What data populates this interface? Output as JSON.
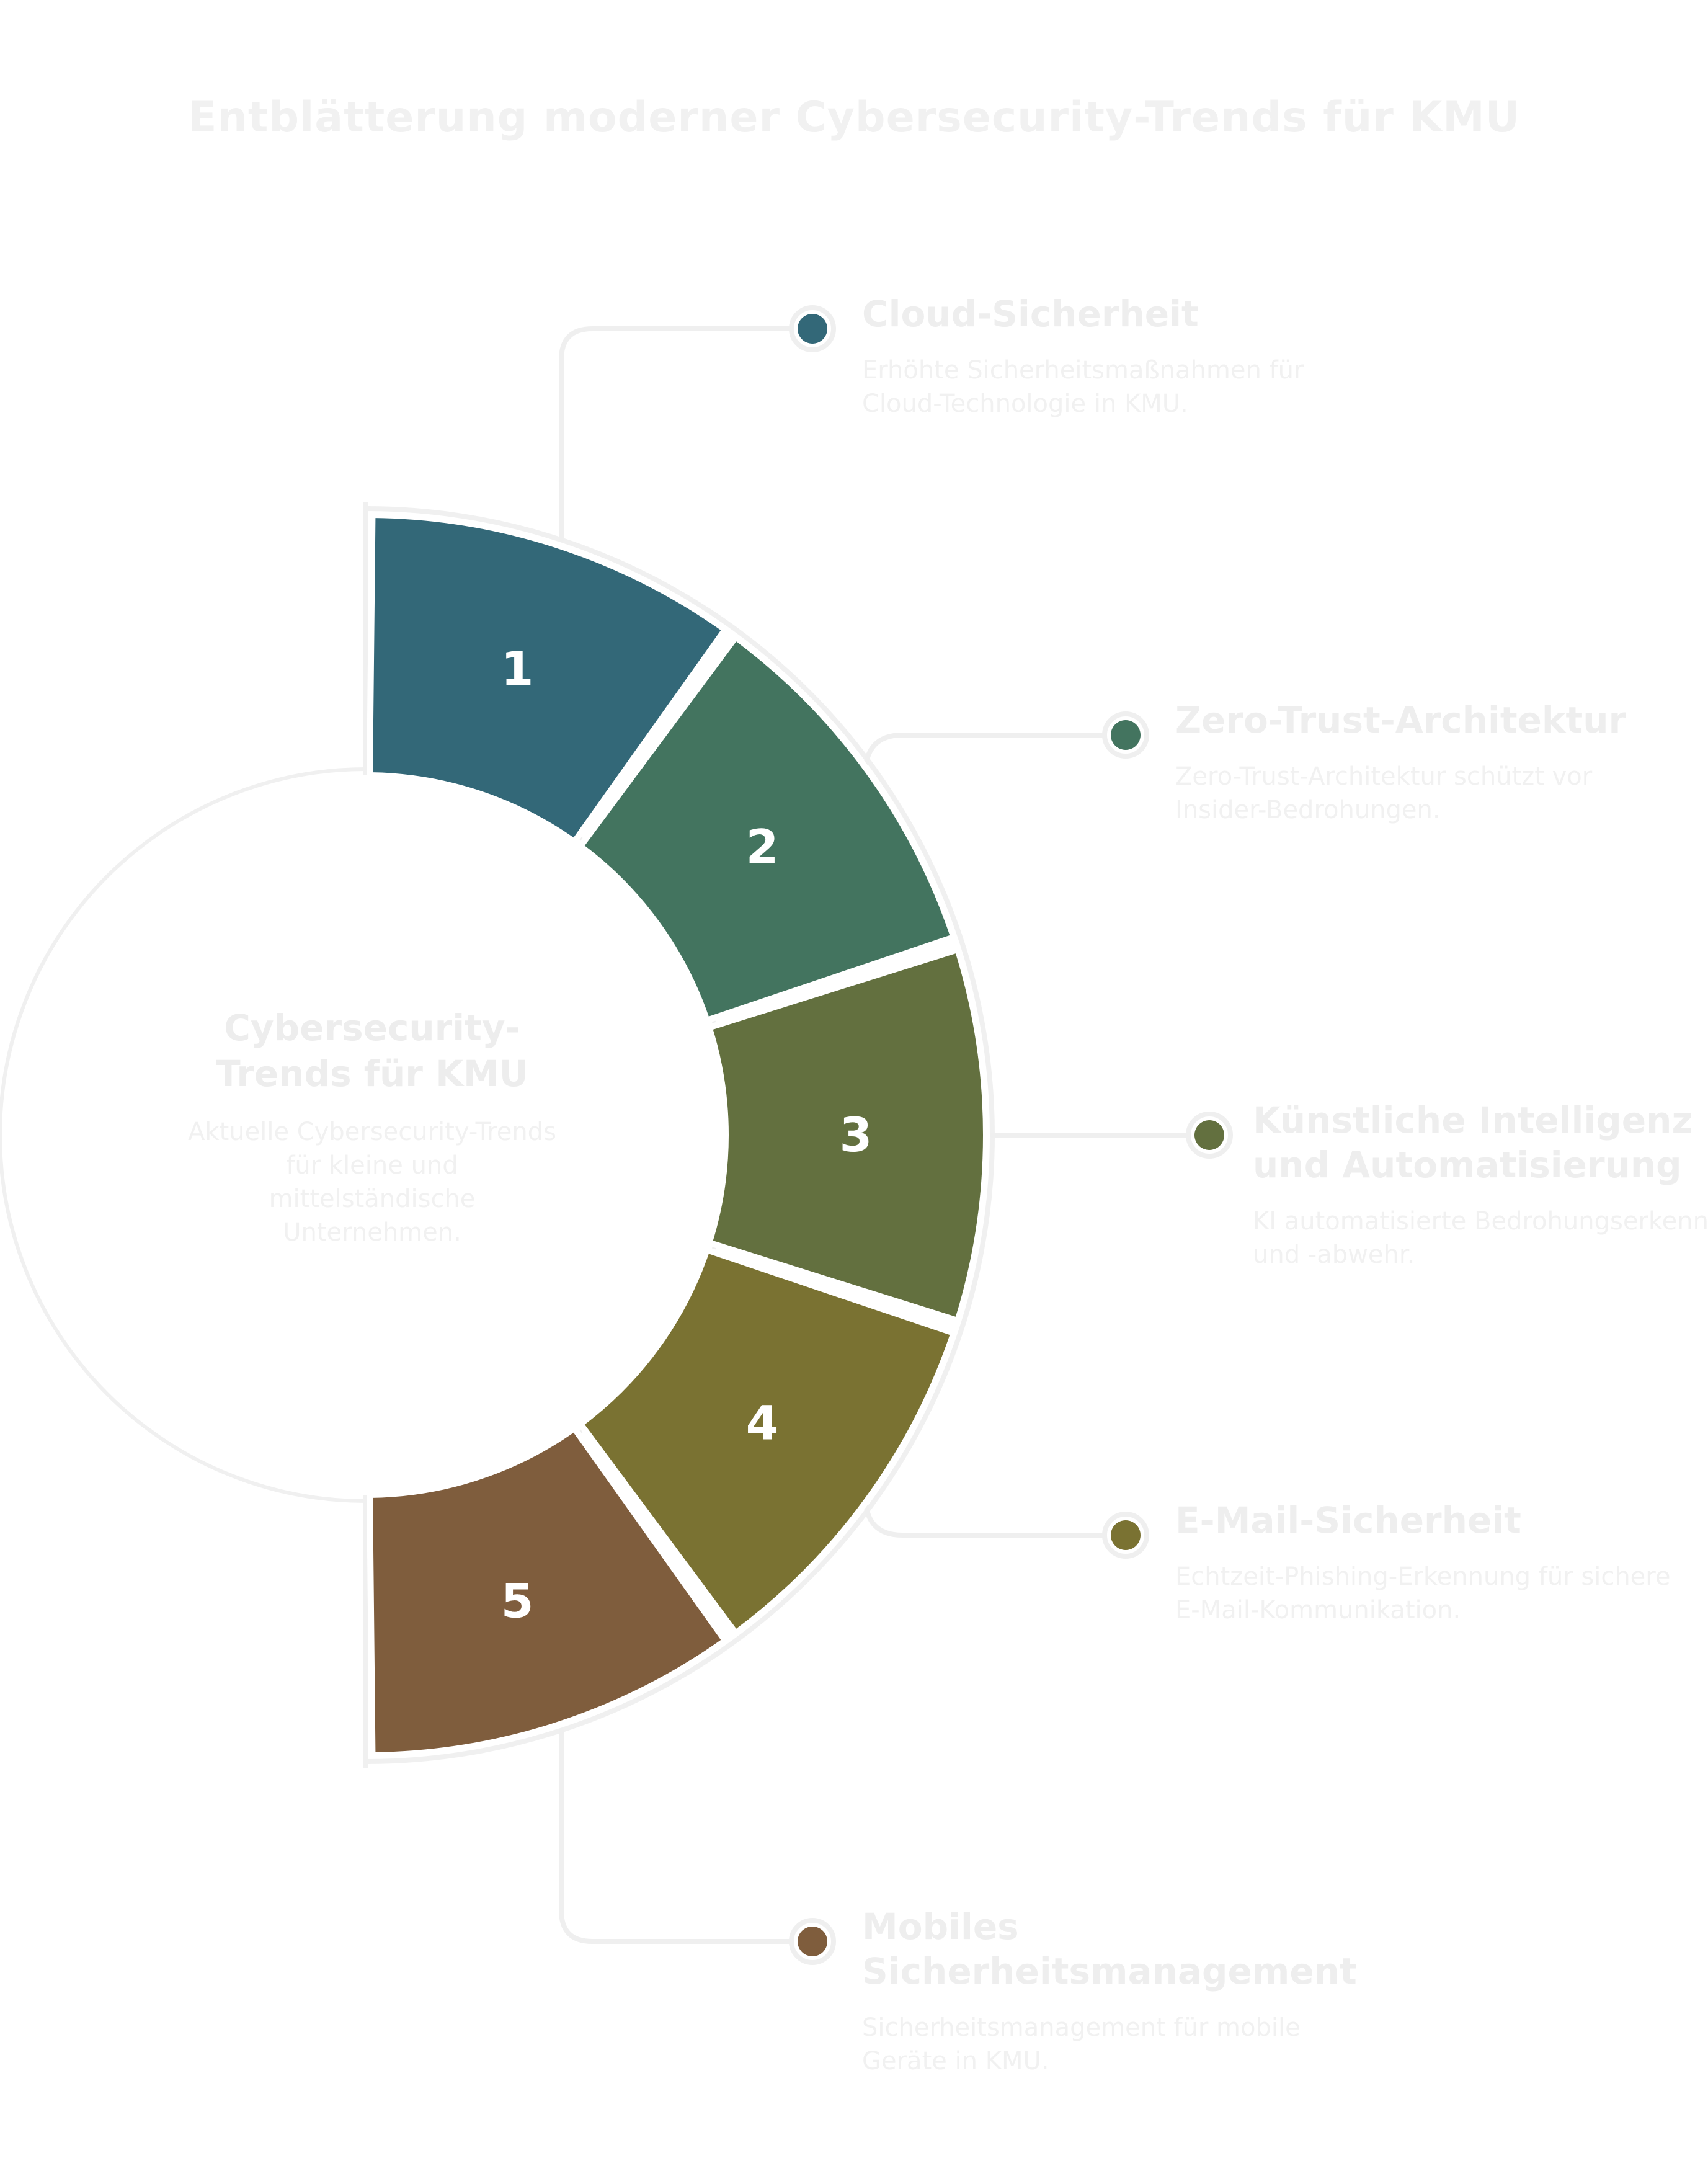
{
  "title": "Entblätterung moderner Cybersecurity-Trends für KMU",
  "center": {
    "title": "Cybersecurity-Trends für KMU",
    "description": "Aktuelle Cybersecurity-Trends für kleine und mittelständische Unternehmen."
  },
  "segments": [
    {
      "number": "1",
      "color": "#336878",
      "title": "Cloud-Sicherheit",
      "description": "Erhöhte Sicherheitsmaßnahmen für Cloud-Technologie in KMU."
    },
    {
      "number": "2",
      "color": "#43745f",
      "title": "Zero-Trust-Architektur",
      "description": "Zero-Trust-Architektur schützt vor Insider-Bedrohungen."
    },
    {
      "number": "3",
      "color": "#63703f",
      "title": "Künstliche Intelligenz und Automatisierung",
      "description": "KI automatisierte Bedrohungserkennung und -abwehr."
    },
    {
      "number": "4",
      "color": "#7a7232",
      "title": "E-Mail-Sicherheit",
      "description": "Echtzeit-Phishing-Erkennung für sichere E-Mail-Kommunikation."
    },
    {
      "number": "5",
      "color": "#7f5d3d",
      "title": "Mobiles Sicherheitsmanagement",
      "description": "Sicherheitsmanagement für mobile Geräte in KMU."
    }
  ]
}
